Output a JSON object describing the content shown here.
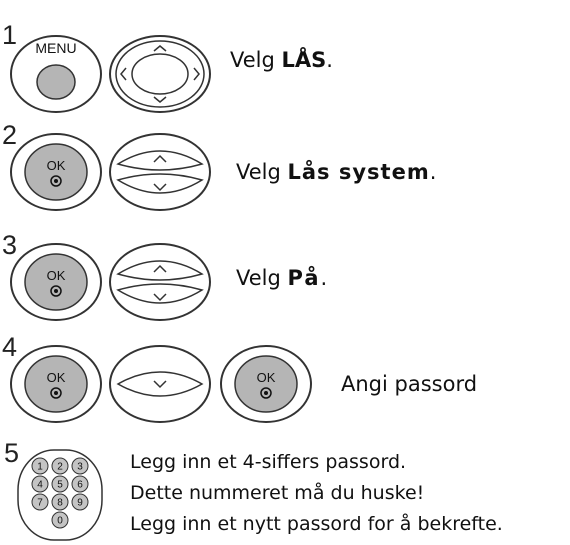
{
  "steps": [
    {
      "number": "1",
      "menu_label": "MENU",
      "text_prefix": "Velg ",
      "text_bold": "LÅS",
      "text_suffix": "."
    },
    {
      "number": "2",
      "ok_label": "OK",
      "text_prefix": "Velg ",
      "text_bold": "Lås system",
      "text_suffix": "."
    },
    {
      "number": "3",
      "ok_label": "OK",
      "text_prefix": "Velg ",
      "text_bold": "På",
      "text_suffix": "."
    },
    {
      "number": "4",
      "ok_label": "OK",
      "ok_label_2": "OK",
      "text": "Angi passord"
    },
    {
      "number": "5",
      "keypad": [
        "1",
        "2",
        "3",
        "4",
        "5",
        "6",
        "7",
        "8",
        "9",
        "0"
      ],
      "lines": [
        "Legg inn et 4-siffers passord.",
        "Dette nummeret må du huske!",
        "Legg inn et nytt passord for å bekrefte."
      ]
    }
  ]
}
